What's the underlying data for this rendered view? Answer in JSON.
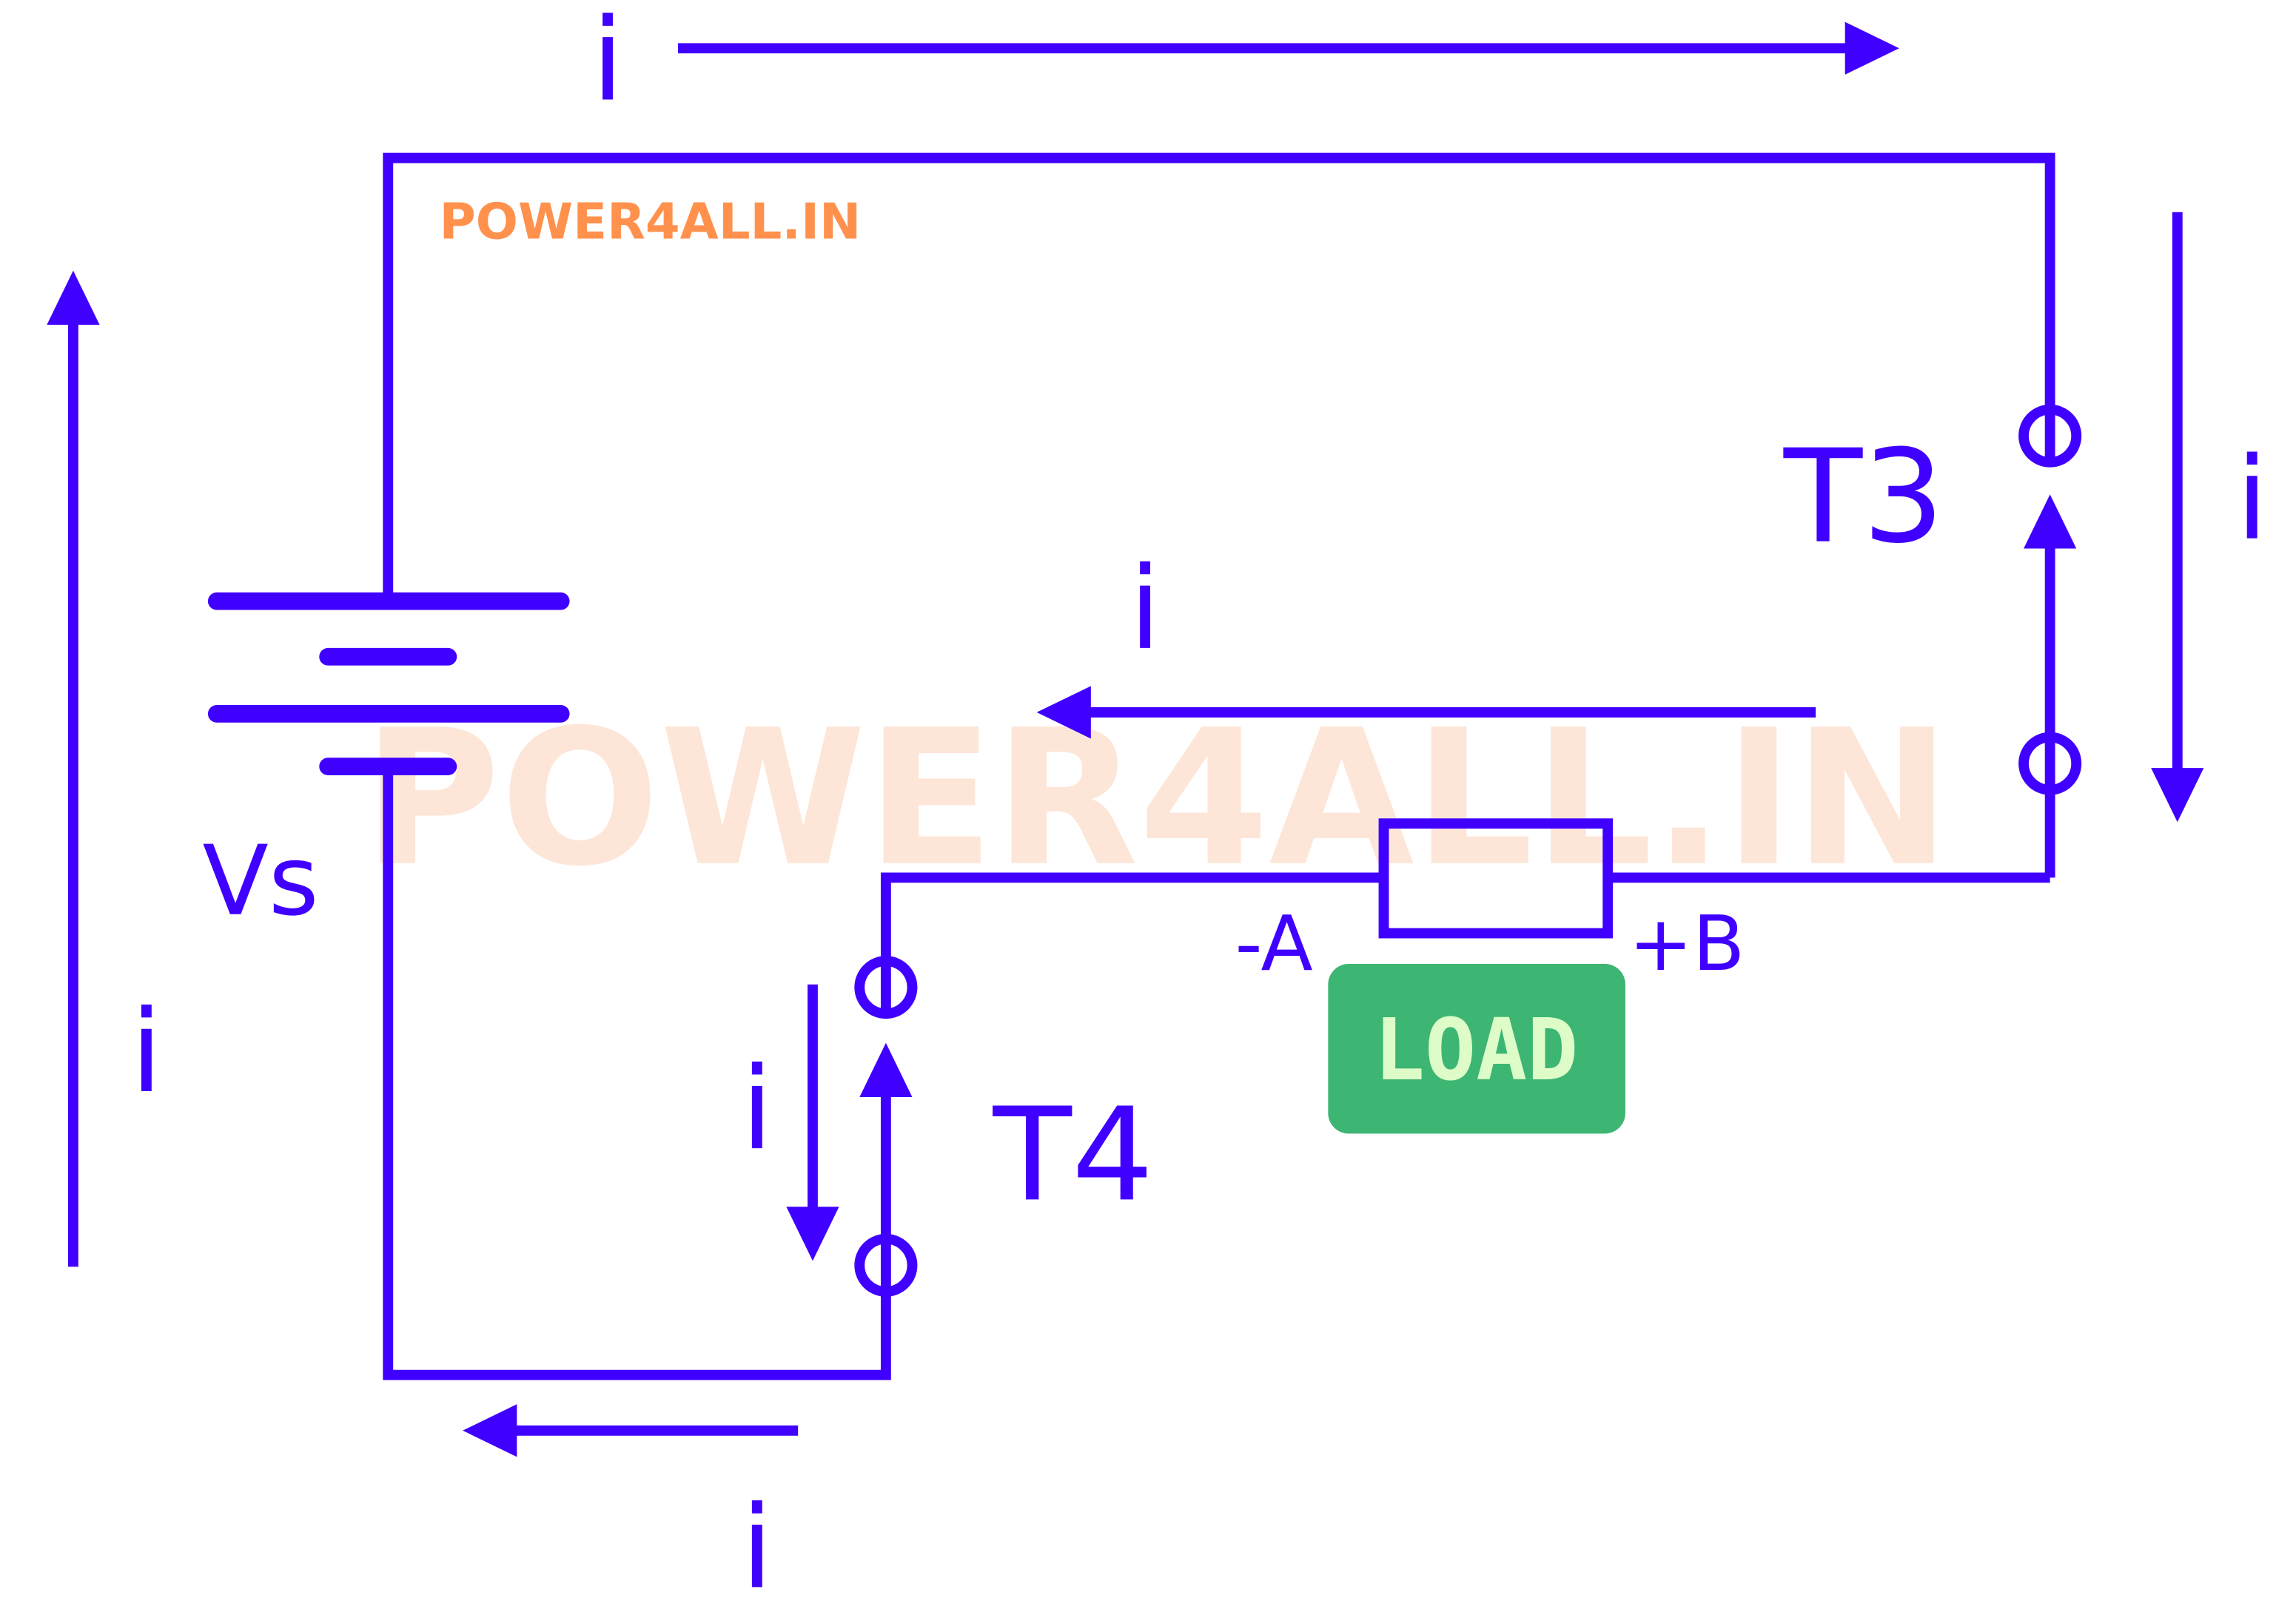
{
  "watermark": "POWER4ALL.IN",
  "logo": "POWER4ALL.IN",
  "labels": {
    "source": "Vs",
    "switch_t3": "T3",
    "switch_t4": "T4",
    "load_terminal_a": "-A",
    "load_terminal_b": "+B",
    "load": "LOAD"
  },
  "current_labels": {
    "top": "i",
    "left": "i",
    "right": "i",
    "middle": "i",
    "t4": "i",
    "bottom": "i"
  },
  "colors": {
    "circuit": "#4000FF",
    "logo": "#FF914D",
    "load_box": "#3DB573",
    "load_text": "#DDFCC8"
  }
}
